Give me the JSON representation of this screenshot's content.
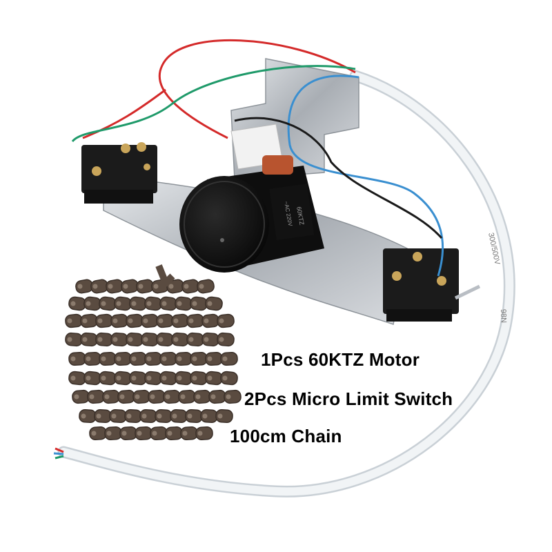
{
  "captions": {
    "motor": "1Pcs 60KTZ Motor",
    "switch": "2Pcs Micro Limit Switch",
    "chain": "100cm Chain"
  },
  "cable_print": {
    "rating": "300/500V",
    "marking": "98N"
  },
  "motor_label": {
    "model": "60KTZ",
    "voltage": "~AC 220V"
  },
  "colors": {
    "background": "#ffffff",
    "cable": "#e9edf0",
    "wire_red": "#d42a2a",
    "wire_green": "#1f9a6a",
    "wire_blue": "#3a8fd0",
    "wire_black": "#1a1a1a",
    "chain": "#5a4b40",
    "bracket": "#b9bec4",
    "motor_body": "#141414"
  }
}
